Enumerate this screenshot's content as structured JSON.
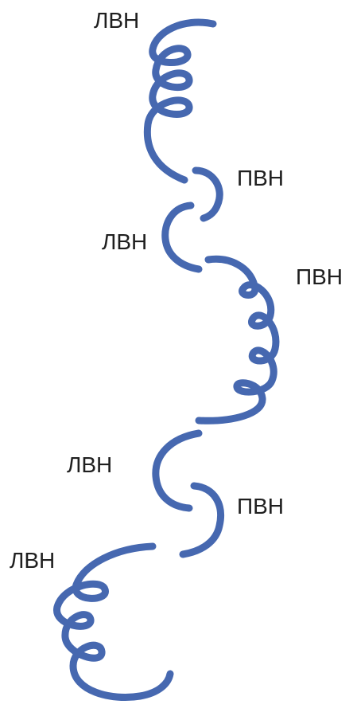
{
  "labels": {
    "seg1": "ЛВН",
    "seg2": "ПВН",
    "seg3": "ЛВН",
    "seg4": "ПВН",
    "seg5": "ЛВН",
    "seg6": "ПВН",
    "seg7": "ЛВН"
  },
  "colors": {
    "helix": "#4668b0",
    "text": "#1f1f1f"
  }
}
